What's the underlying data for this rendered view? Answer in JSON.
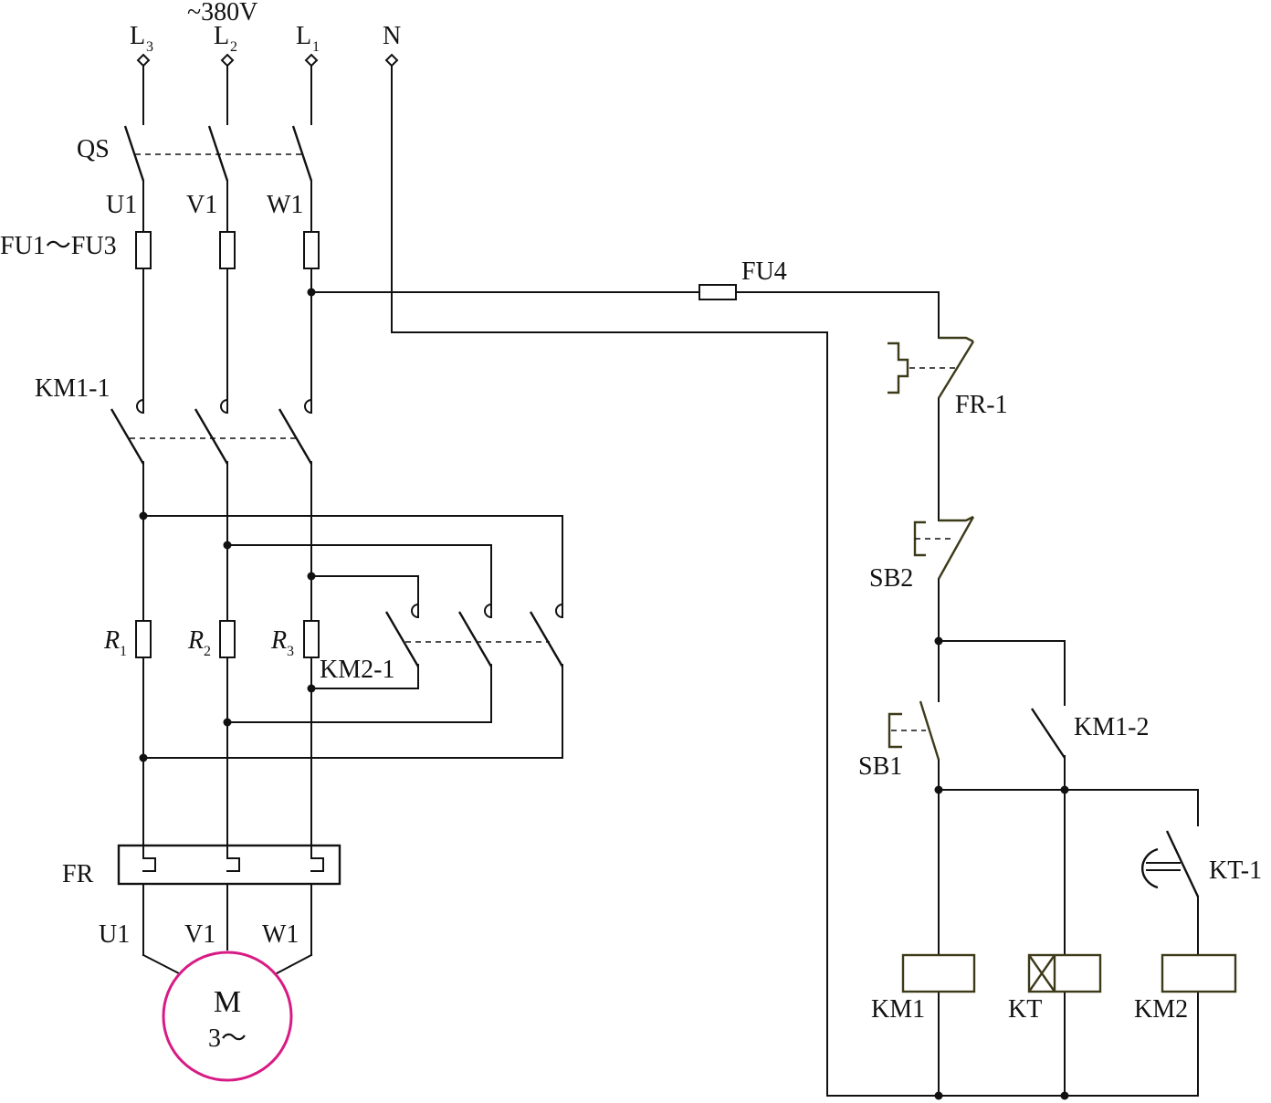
{
  "supply": {
    "voltage": "~380V",
    "l3": "L",
    "l3_sub": "3",
    "l2": "L",
    "l2_sub": "2",
    "l1": "L",
    "l1_sub": "1",
    "neutral": "N"
  },
  "main_circuit": {
    "qs": "QS",
    "phase_top": [
      "U1",
      "V1",
      "W1"
    ],
    "fuses": "FU1～FU3",
    "km1_1": "KM1-1",
    "resistors": [
      {
        "letter": "R",
        "sub": "1"
      },
      {
        "letter": "R",
        "sub": "2"
      },
      {
        "letter": "R",
        "sub": "3"
      }
    ],
    "km2_1": "KM2-1",
    "fr": "FR",
    "phase_bottom": [
      "U1",
      "V1",
      "W1"
    ],
    "motor": {
      "name": "M",
      "spec": "3～",
      "color": "#d81b84"
    }
  },
  "control_circuit": {
    "fu4": "FU4",
    "fr_1": "FR-1",
    "sb2": "SB2",
    "sb1": "SB1",
    "km1_2": "KM1-2",
    "kt_1": "KT-1",
    "coils": [
      "KM1",
      "KT",
      "KM2"
    ]
  }
}
